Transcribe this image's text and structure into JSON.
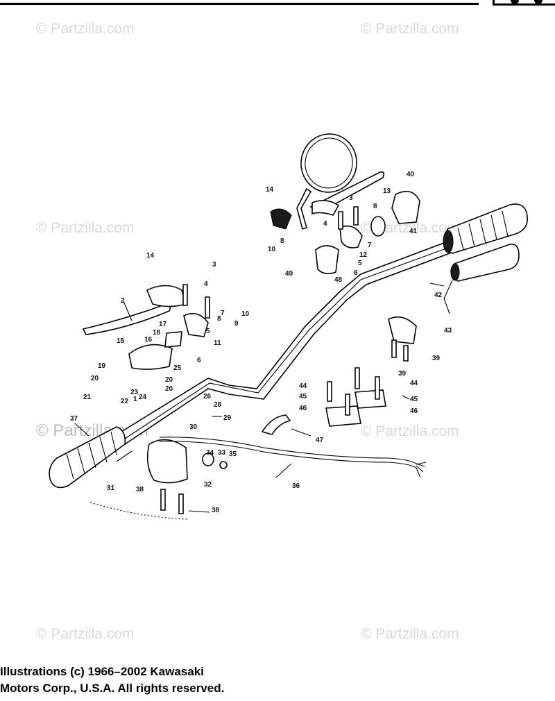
{
  "watermark": {
    "text": "© Partzilla.com"
  },
  "callouts": [
    "1",
    "2",
    "3",
    "4",
    "5",
    "6",
    "7",
    "8",
    "9",
    "10",
    "11",
    "12",
    "13",
    "14",
    "15",
    "16",
    "17",
    "18",
    "19",
    "20",
    "21",
    "22",
    "23",
    "24",
    "25",
    "26",
    "28",
    "29",
    "30",
    "31",
    "32",
    "33",
    "34",
    "35",
    "36",
    "37",
    "38",
    "39",
    "40",
    "41",
    "42",
    "43",
    "44",
    "45",
    "46",
    "47",
    "48",
    "49"
  ],
  "copyright": {
    "line1": "Illustrations (c) 1966–2002 Kawasaki",
    "line2": "Motors Corp., U.S.A.  All rights reserved."
  }
}
